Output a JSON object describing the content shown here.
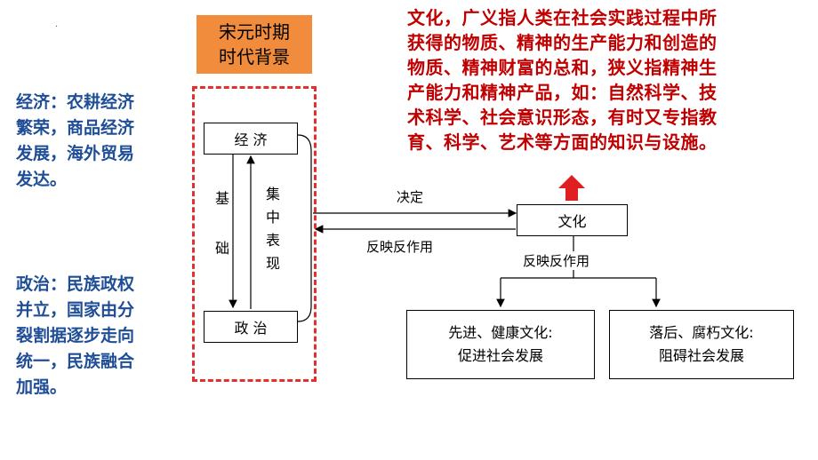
{
  "stray_mark": ".",
  "orange_box": {
    "line1": "宋元时期",
    "line2": "时代背景"
  },
  "definition": {
    "line1": "文化，广义指人类在社会实践过程中所",
    "line2": "获得的物质、精神的生产能力和创造的",
    "line3": "物质、精神财富的总和，狭义指精神生",
    "line4": "产能力和精神产品，如：自然科学、技",
    "line5": "术科学、社会意识形态，有时又专指教",
    "line6": "育、科学、艺术等方面的知识与设施。"
  },
  "economy_note": {
    "line1": "经济：农耕经济",
    "line2": "繁荣，商品经济",
    "line3": "发展，海外贸易",
    "line4": "发达。"
  },
  "politics_note": {
    "line1": "政治：民族政权",
    "line2": "并立，国家由分",
    "line3": "裂割据逐步走向",
    "line4": "统一，民族融合",
    "line5": "加强。"
  },
  "diagram": {
    "economy_box": "经 济",
    "politics_box": "政 治",
    "left_label": [
      "基",
      "础"
    ],
    "right_label": [
      "集",
      "中",
      "表",
      "现"
    ],
    "determine": "决定",
    "reflect_top": "反映反作用",
    "culture_box": "文化",
    "reflect_bottom": "反映反作用",
    "advanced_box": {
      "line1": "先进、健康文化:",
      "line2": "促进社会发展"
    },
    "backward_box": {
      "line1": "落后、腐朽文化:",
      "line2": "阻碍社会发展"
    }
  },
  "colors": {
    "orange": "#F08C3C",
    "definition_red": "#C00000",
    "note_blue": "#1F4E96",
    "dash_red": "#E03030",
    "arrow_red": "#E02020"
  }
}
